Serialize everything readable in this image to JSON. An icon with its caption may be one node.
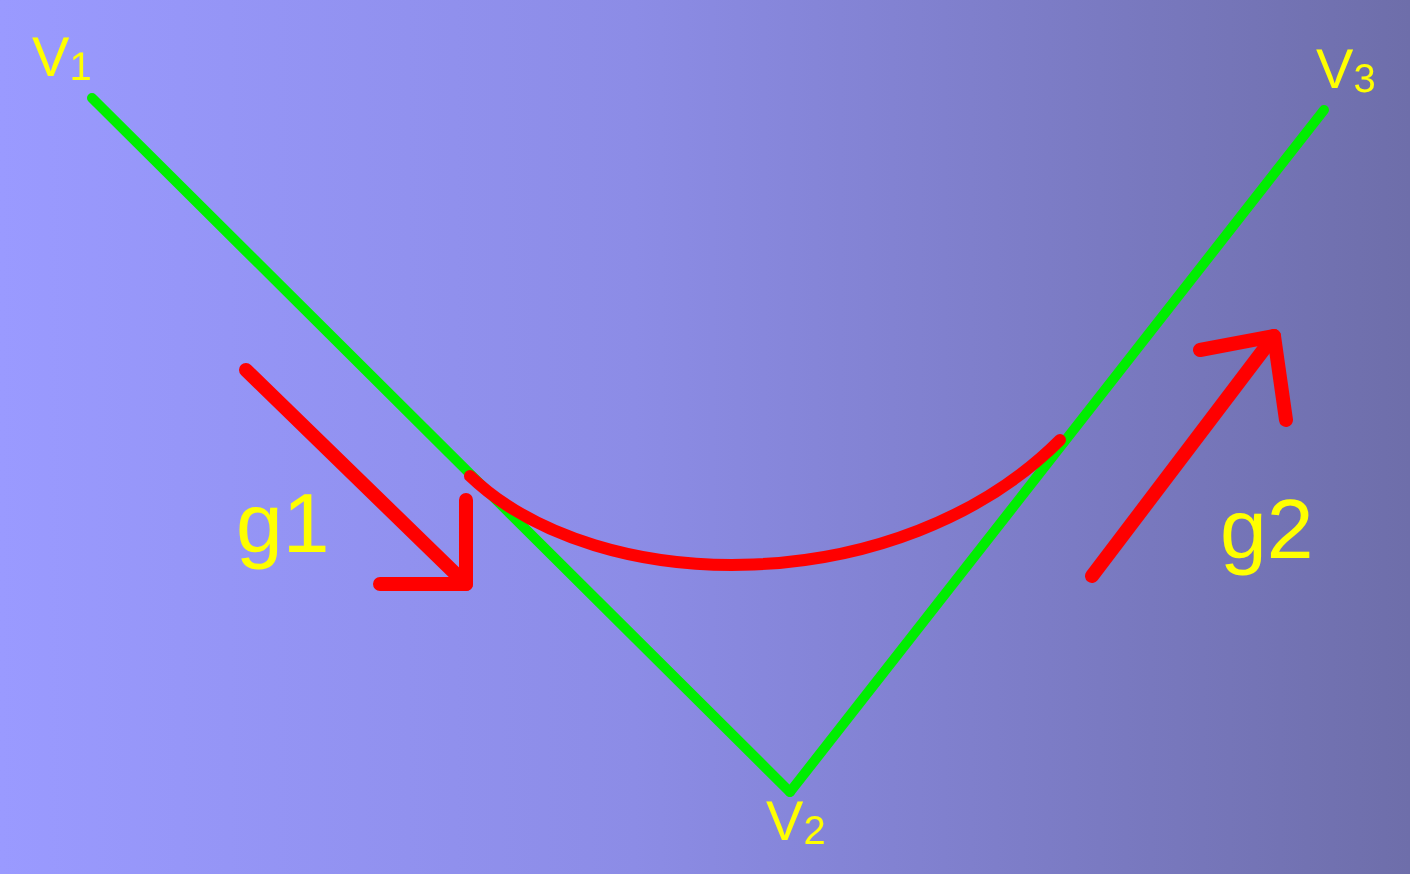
{
  "diagram": {
    "nodes": [
      {
        "text": [
          "V$_{1}$"
        ]
      },
      {
        "text": [
          "V$_{2}$"
        ]
      },
      {
        "text": [
          "V$_{3}$"
        ]
      }
    ],
    "edges": [
      {
        "from": 0,
        "to": 1,
        "arrow": "none"
      },
      {
        "from": 1,
        "to": 2,
        "arrow": "none"
      }
    ],
    "labels": [
      "g1",
      "g2"
    ]
  }
}
